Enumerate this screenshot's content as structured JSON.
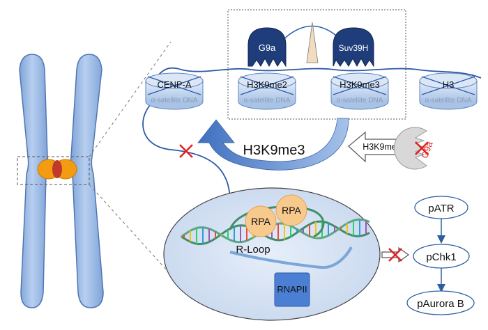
{
  "nucleosomes": [
    {
      "label": "CENP-A",
      "dna_label": "α-satellite DNA"
    },
    {
      "label": "H3K9me2",
      "dna_label": "α-satellite DNA"
    },
    {
      "label": "H3K9me3",
      "dna_label": "α-satellite DNA"
    },
    {
      "label": "H3",
      "dna_label": "α-satellite DNA"
    }
  ],
  "enzymes": {
    "g9a_label": "G9a",
    "suv39h_label": "Suv39H",
    "g9a_inhibited_label": "G9a"
  },
  "arrows": {
    "big_arrow_label": "H3K9me3",
    "small_arrow_label": "H3K9me2"
  },
  "rloop": {
    "rpa_left_label": "RPA",
    "rpa_right_label": "RPA",
    "rloop_label": "R-Loop",
    "rnapii_label": "RNAPII"
  },
  "pathway": {
    "patr_label": "pATR",
    "pchk1_label": "pChk1",
    "paurora_label": "pAurora B"
  },
  "colors": {
    "chromosome": "#a9c4ea",
    "centromere": "#f39c12",
    "centromere_core": "#c0392b",
    "nucleosome": "#c9dcf3",
    "enzyme": "#1f3d7a",
    "inhibit": "#e02020",
    "big_arrow": "#4a78c2",
    "rloop_bg": "#dbe6f4",
    "rpa": "#f8c98c",
    "rnapii": "#4a7fd4",
    "pathway_stroke": "#2c5fa0"
  }
}
